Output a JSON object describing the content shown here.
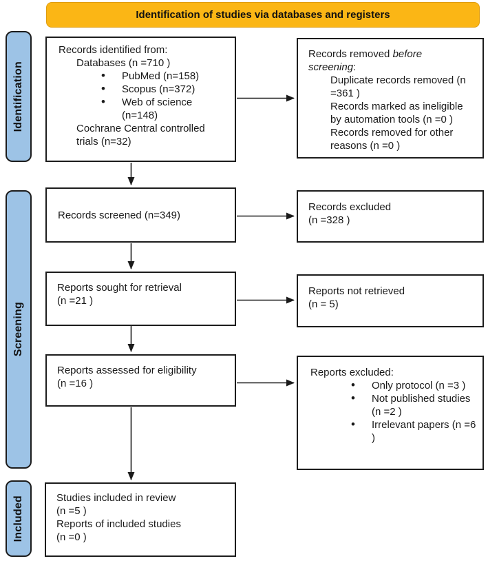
{
  "banner": {
    "title": "Identification of studies via databases and registers",
    "bg_color": "#FBB615"
  },
  "sidebar": {
    "bg_color": "#9DC3E6",
    "stages": [
      {
        "label": "Identification"
      },
      {
        "label": "Screening"
      },
      {
        "label": "Included"
      }
    ]
  },
  "boxes": {
    "records_identified": {
      "line1": "Records identified from:",
      "line2": "Databases (n =710 )",
      "bullets": [
        "PubMed (n=158)",
        "Scopus (n=372)",
        "Web of science (n=148)"
      ],
      "line3": "Cochrane Central controlled trials (n=32)"
    },
    "records_removed": {
      "title_prefix": "Records removed ",
      "title_italic": "before screening",
      "title_suffix": ":",
      "lines": [
        "Duplicate records removed (n =361 )",
        "Records marked as ineligible by automation tools (n =0 )",
        "Records removed for other reasons (n =0 )"
      ]
    },
    "records_screened": {
      "line1": "Records screened (n=349)"
    },
    "records_excluded": {
      "line1": "Records excluded",
      "line2": "(n =328 )"
    },
    "reports_sought": {
      "line1": "Reports sought for retrieval",
      "line2": "(n =21 )"
    },
    "reports_not_retrieved": {
      "line1": "Reports not retrieved",
      "line2": "(n = 5)"
    },
    "reports_assessed": {
      "line1": "Reports assessed for eligibility",
      "line2": "(n =16 )"
    },
    "reports_excluded": {
      "title": "Reports excluded:",
      "bullets": [
        "Only protocol (n =3 )",
        "Not published studies  (n =2 )",
        "Irrelevant papers (n =6 )"
      ]
    },
    "studies_included": {
      "line1": "Studies included in review",
      "line2": "(n =5 )",
      "line3": "Reports of included studies",
      "line4": "(n =0 )"
    }
  }
}
